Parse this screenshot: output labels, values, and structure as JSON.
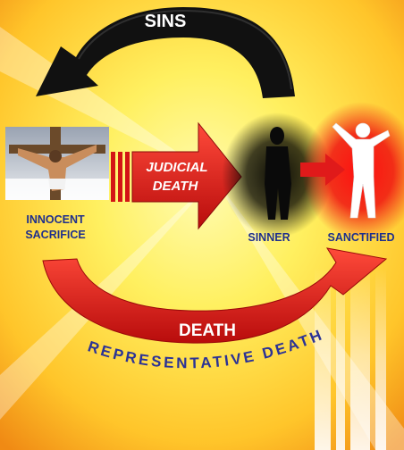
{
  "labels": {
    "sins": "SINS",
    "judicial_line1": "JUDICIAL",
    "judicial_line2": "DEATH",
    "innocent_line1": "INNOCENT",
    "innocent_line2": "SACRIFICE",
    "sinner": "SINNER",
    "sanctified": "SANCTIFIED",
    "death": "DEATH",
    "representative_death": "REPRESENTATIVE DEATH"
  },
  "colors": {
    "background_center": "#fff37a",
    "background_edge": "#f08a14",
    "red_arrow": "#e01616",
    "black_arrow": "#111111",
    "label_blue": "#1f2f8c",
    "arc_text": "#2b3296"
  },
  "icons": [
    "crucifixion-image",
    "sinner-figure",
    "sanctified-figure"
  ]
}
